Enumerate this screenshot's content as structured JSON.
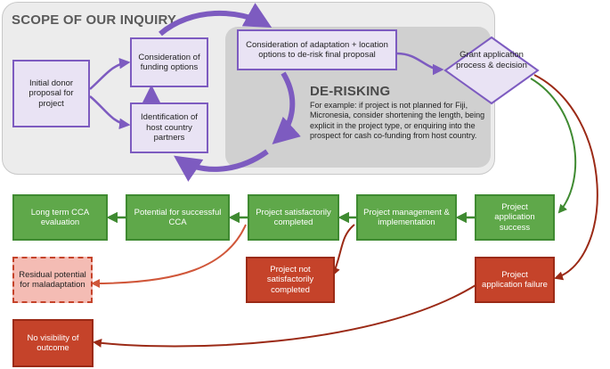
{
  "scope": {
    "title": "SCOPE OF OUR INQUIRY"
  },
  "derisk": {
    "title": "DE-RISKING",
    "text": "For example: if project is not planned for Fiji, Micronesia, consider shortening the length, being explicit in the project type, or enquiring into the prospect for cash co-funding from host country."
  },
  "nodes": {
    "initial_donor": "Initial donor proposal for project",
    "funding_options": "Consideration of funding options",
    "host_partners": "Identification of host country partners",
    "adaptation_options": "Consideration of adaptation + location options to de-risk final proposal",
    "grant_decision": "Grant application process & decision",
    "application_success": "Project application success",
    "application_failure": "Project application failure",
    "management": "Project management & implementation",
    "satisfactory": "Project satisfactorily completed",
    "not_satisfactory": "Project not satisfactorily completed",
    "successful_cca": "Potential for successful CCA",
    "long_term": "Long term CCA evaluation",
    "maladaptation": "Residual potential for maladaptation",
    "no_visibility": "No visibility of outcome"
  },
  "colors": {
    "purple": "#7d5bc0",
    "green": "#3f8a31",
    "red": "#9b2a16",
    "orange_red": "#d0573a",
    "scope_bg": "#ececec",
    "derisk_bg": "#d0d0d0"
  }
}
